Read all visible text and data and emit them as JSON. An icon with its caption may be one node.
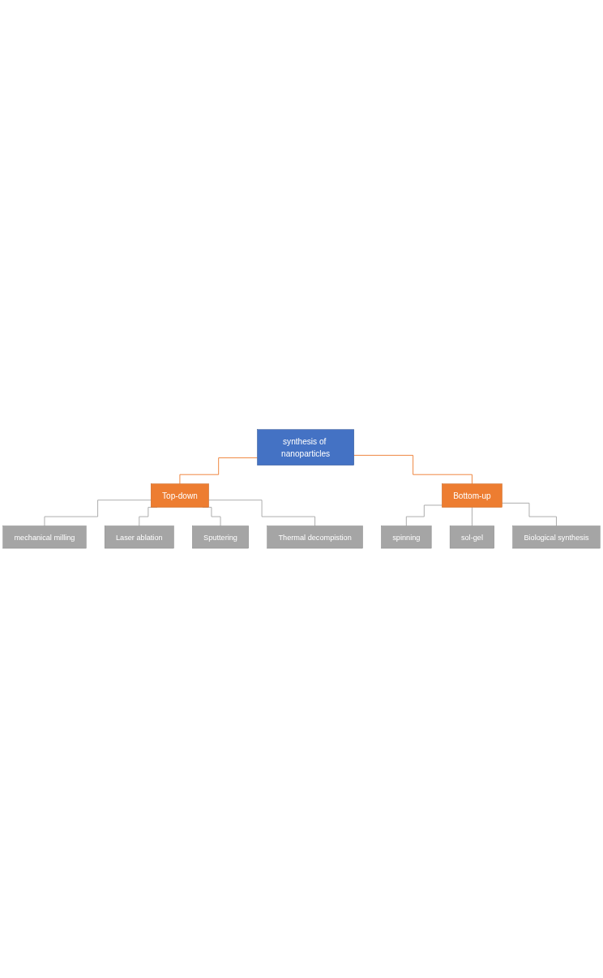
{
  "diagram": {
    "nodes": [
      {
        "text": [
          "synthesis of nanoparticles"
        ]
      },
      {
        "text": [
          "Top-down"
        ]
      },
      {
        "text": [
          "Bottom-up"
        ]
      },
      {
        "text": [
          "mechanical milling"
        ]
      },
      {
        "text": [
          "Laser ablation"
        ]
      },
      {
        "text": [
          "Sputtering"
        ]
      },
      {
        "text": [
          "Thermal decompistion"
        ]
      },
      {
        "text": [
          "spinning"
        ]
      },
      {
        "text": [
          "sol-gel"
        ]
      },
      {
        "text": [
          "Biological synthesis"
        ]
      }
    ],
    "edges": [
      {
        "from": 0,
        "to": 1,
        "arrow": "none",
        "color": "#ed7d31"
      },
      {
        "from": 0,
        "to": 2,
        "arrow": "none",
        "color": "#ed7d31"
      },
      {
        "from": 1,
        "to": 3,
        "arrow": "none"
      },
      {
        "from": 1,
        "to": 4,
        "arrow": "none"
      },
      {
        "from": 1,
        "to": 5,
        "arrow": "none"
      },
      {
        "from": 1,
        "to": 6,
        "arrow": "none"
      },
      {
        "from": 2,
        "to": 7,
        "arrow": "none"
      },
      {
        "from": 2,
        "to": 8,
        "arrow": "none"
      },
      {
        "from": 2,
        "to": 9,
        "arrow": "none"
      }
    ]
  }
}
